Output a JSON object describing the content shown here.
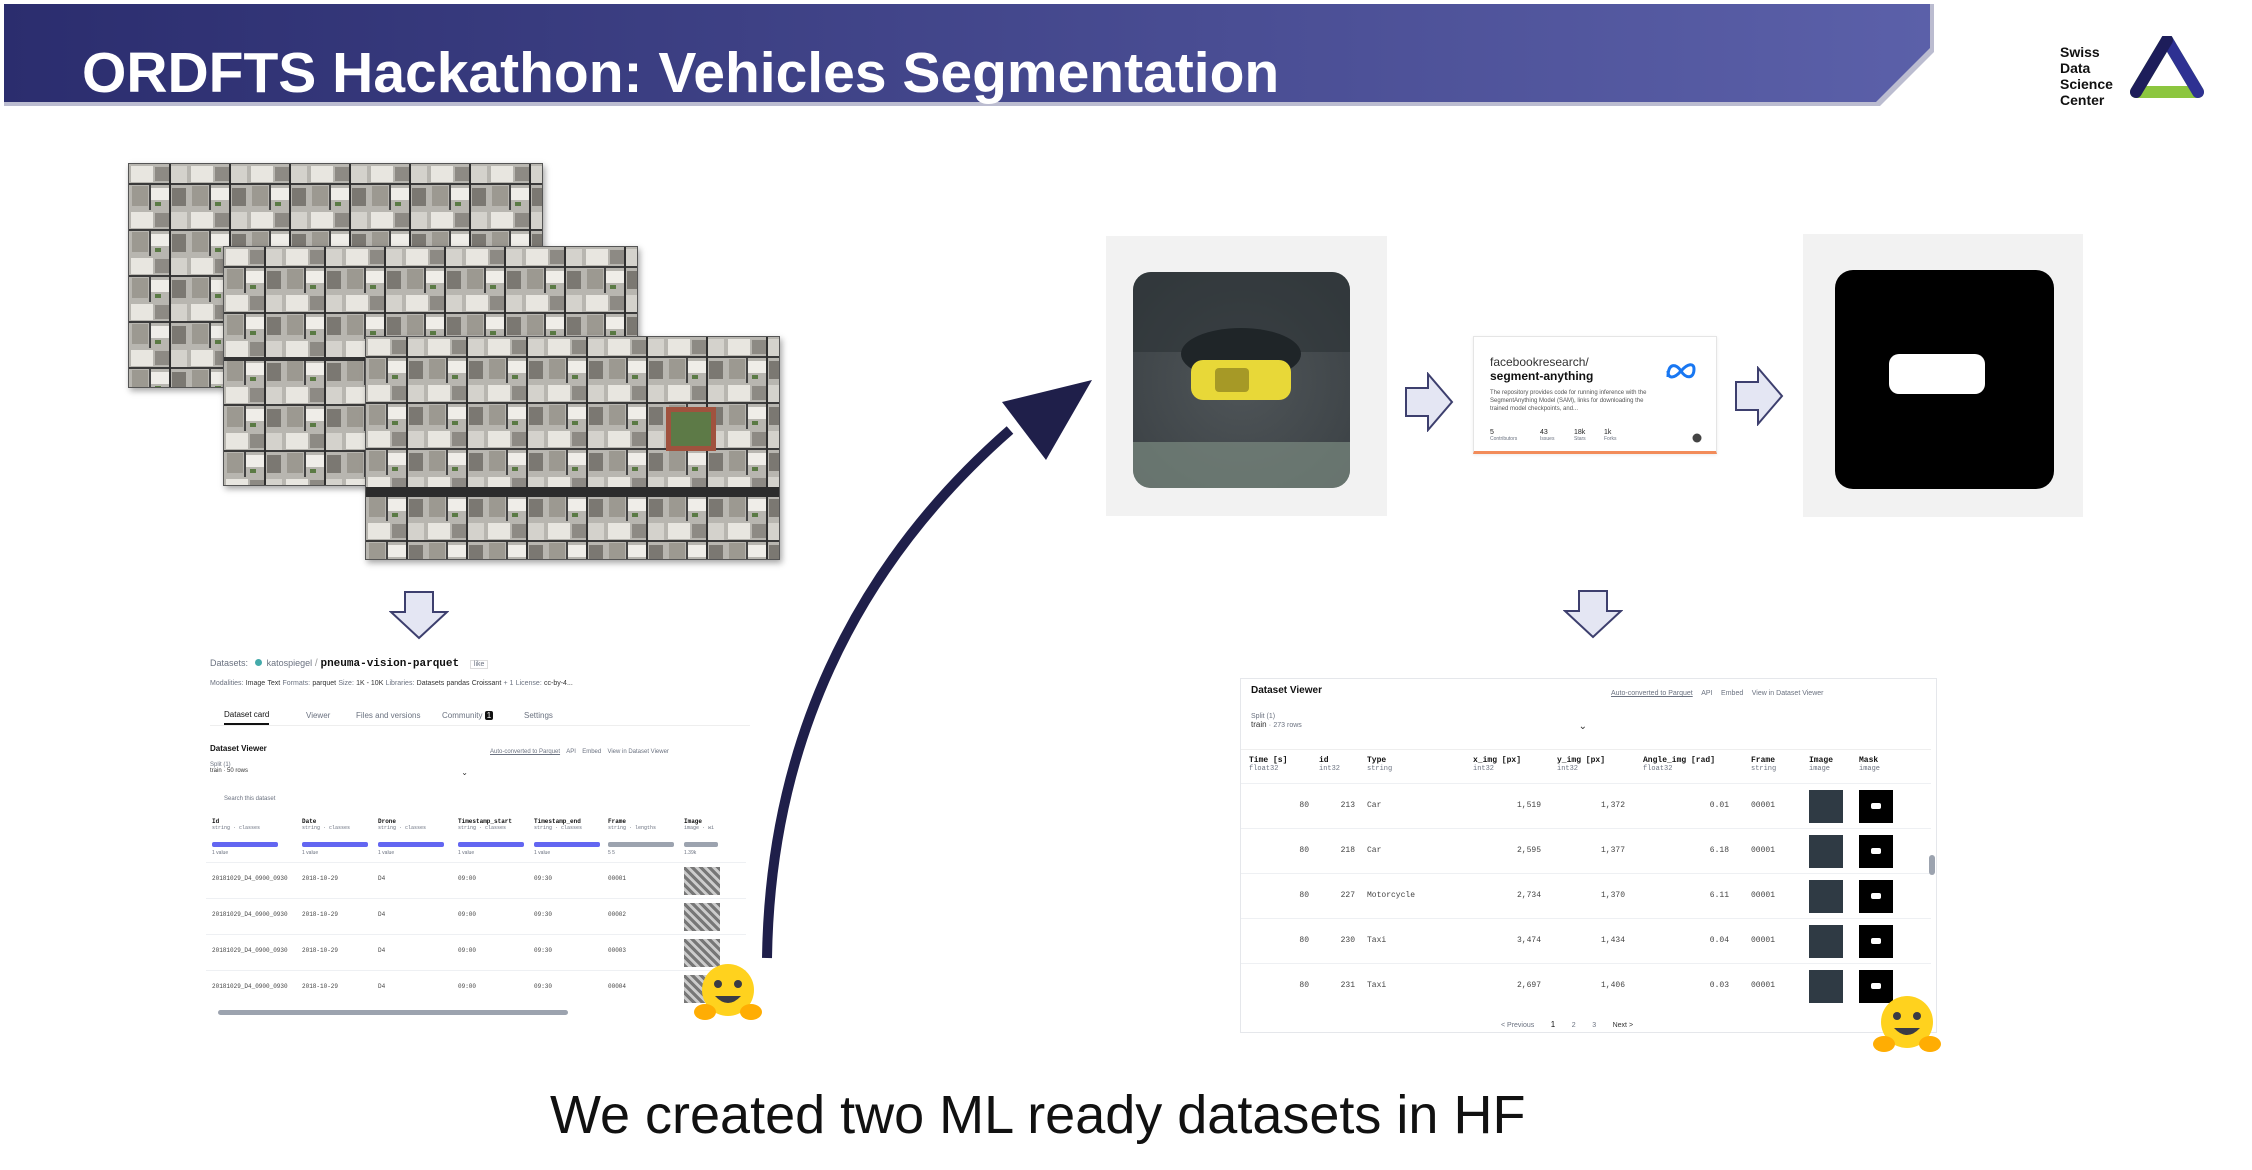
{
  "banner": {
    "title": "ORDFTS Hackathon: Vehicles Segmentation"
  },
  "logo": {
    "lines": [
      "Swiss",
      "Data",
      "Science",
      "Center"
    ]
  },
  "caption": "We created two ML ready datasets in HF",
  "colors": {
    "banner_start": "#2b2d6e",
    "banner_end": "#5a5fa8",
    "arrow_fill": "#e4e6f3",
    "arrow_stroke": "#3d3f6e",
    "curve": "#1f1f4a"
  },
  "hf_left": {
    "breadcrumb_prefix": "Datasets:",
    "user": "katospiegel",
    "repo": "pneuma-vision-parquet",
    "like": "like",
    "meta": [
      "Modalities:",
      "Image",
      "Text",
      "Formats:",
      "parquet",
      "Size:",
      "1K - 10K",
      "Libraries:",
      "Datasets",
      "pandas",
      "Croissant",
      "+ 1",
      "License:",
      "cc-by-4..."
    ],
    "tabs": [
      "Dataset card",
      "Viewer",
      "Files and versions",
      "Community",
      "Settings"
    ],
    "community_count": "1",
    "viewer_title": "Dataset Viewer",
    "viewer_links": [
      "Auto-converted to Parquet",
      "API",
      "Embed",
      "View in Dataset Viewer"
    ],
    "split_label": "Split (1)",
    "split_value": "train · 50 rows",
    "search_placeholder": "Search this dataset",
    "columns": [
      {
        "name": "Id",
        "type": "string · classes"
      },
      {
        "name": "Date",
        "type": "string · classes"
      },
      {
        "name": "Drone",
        "type": "string · classes"
      },
      {
        "name": "Timestamp_start",
        "type": "string · classes"
      },
      {
        "name": "Timestamp_end",
        "type": "string · classes"
      },
      {
        "name": "Frame",
        "type": "string · lengths"
      },
      {
        "name": "Image",
        "type": "image · wi"
      }
    ],
    "col_stats": [
      "1 value",
      "1 value",
      "1 value",
      "1 value",
      "1 value",
      "5 5",
      "1.39k"
    ],
    "rows": [
      [
        "20181029_D4_0900_0930",
        "2018-10-29",
        "D4",
        "09:00",
        "09:30",
        "00001"
      ],
      [
        "20181029_D4_0900_0930",
        "2018-10-29",
        "D4",
        "09:00",
        "09:30",
        "00002"
      ],
      [
        "20181029_D4_0900_0930",
        "2018-10-29",
        "D4",
        "09:00",
        "09:30",
        "00003"
      ],
      [
        "20181029_D4_0900_0930",
        "2018-10-29",
        "D4",
        "09:00",
        "09:30",
        "00004"
      ]
    ]
  },
  "hf_right": {
    "viewer_title": "Dataset Viewer",
    "viewer_links": [
      "Auto-converted to Parquet",
      "API",
      "Embed",
      "View in Dataset Viewer"
    ],
    "split_label": "Split (1)",
    "split_value": "train",
    "split_rows": "273 rows",
    "columns": [
      {
        "name": "Time [s]",
        "type": "float32"
      },
      {
        "name": "id",
        "type": "int32"
      },
      {
        "name": "Type",
        "type": "string"
      },
      {
        "name": "x_img [px]",
        "type": "int32"
      },
      {
        "name": "y_img [px]",
        "type": "int32"
      },
      {
        "name": "Angle_img [rad]",
        "type": "float32"
      },
      {
        "name": "Frame",
        "type": "string"
      },
      {
        "name": "Image",
        "type": "image"
      },
      {
        "name": "Mask",
        "type": "image"
      }
    ],
    "rows": [
      [
        "80",
        "213",
        "Car",
        "1,519",
        "1,372",
        "0.01",
        "00001"
      ],
      [
        "80",
        "218",
        "Car",
        "2,595",
        "1,377",
        "6.18",
        "00001"
      ],
      [
        "80",
        "227",
        "Motorcycle",
        "2,734",
        "1,370",
        "6.11",
        "00001"
      ],
      [
        "80",
        "230",
        "Taxi",
        "3,474",
        "1,434",
        "0.04",
        "00001"
      ],
      [
        "80",
        "231",
        "Taxi",
        "2,697",
        "1,406",
        "0.03",
        "00001"
      ]
    ],
    "pagination": [
      "< Previous",
      "1",
      "2",
      "3",
      "Next >"
    ]
  },
  "sam_card": {
    "org": "facebookresearch/",
    "repo": "segment-anything",
    "description": "The repository provides code for running inference with the SegmentAnything Model (SAM), links for downloading the trained model checkpoints, and...",
    "stats": [
      {
        "value": "5",
        "label": "Contributors"
      },
      {
        "value": "43",
        "label": "Issues"
      },
      {
        "value": "18k",
        "label": "Stars"
      },
      {
        "value": "1k",
        "label": "Forks"
      }
    ]
  }
}
